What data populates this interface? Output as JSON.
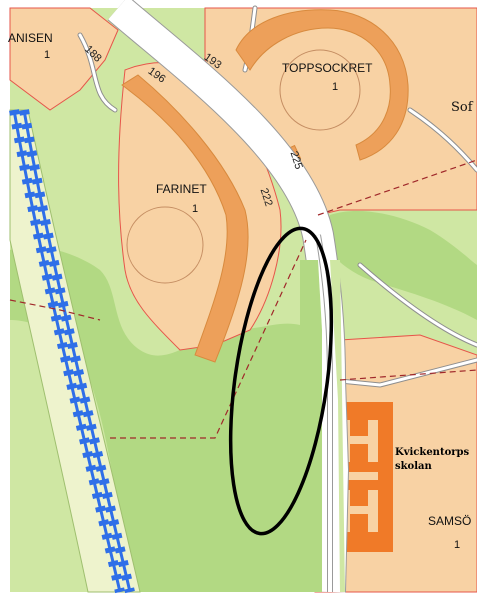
{
  "colors": {
    "land_green": "#cfe7a3",
    "forest_green": "#b2d983",
    "parcel_fill": "#f8d2a4",
    "parcel_border": "#e6554a",
    "building_orange": "#eda05a",
    "school_fill": "#f07a28",
    "school_inner": "#f8d2a4",
    "road_fill": "#ffffff",
    "road_edge": "#9a9a9a",
    "railway_blue": "#2f6fe8",
    "rail_bed": "#eef3cd",
    "highlight_ellipse": "#000000",
    "boundary_dashed": "#a0282a"
  },
  "labels": {
    "anisen_name": "ANISEN",
    "anisen_num": "1",
    "number_188": "188",
    "number_196": "196",
    "number_193": "193",
    "toppsockret_name": "TOPPSOCKRET",
    "toppsockret_num": "1",
    "sof_partial": "Sof",
    "number_225": "225",
    "farinet_name": "FARINET",
    "farinet_num": "1",
    "number_222": "222",
    "school_line1": "Kvickentorps",
    "school_line2": "skolan",
    "samso_partial": "SAMSÖ",
    "samso_num": "1"
  },
  "icons": {
    "highlight": "ellipse-marker",
    "railway": "railway-track",
    "road": "curved-road"
  }
}
